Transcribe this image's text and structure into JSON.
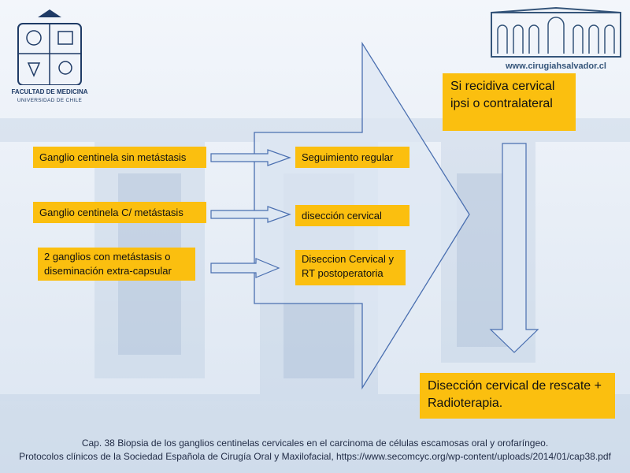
{
  "logo_left": {
    "line1": "FACULTAD DE MEDICINA",
    "line2": "UNIVERSIDAD DE CHILE"
  },
  "logo_right": {
    "url": "www.cirugiahsalvador.cl"
  },
  "left_boxes": [
    "Ganglio centinela sin metástasis",
    "Ganglio centinela C/ metástasis",
    "2 ganglios con metástasis o diseminación extra-capsular"
  ],
  "middle_boxes": [
    "Seguimiento regular",
    "disección cervical",
    "Diseccion Cervical y RT postoperatoria"
  ],
  "top_right_box": "Si recidiva cervical ipsi o contralateral",
  "bottom_right_box": "Disección cervical de rescate + Radioterapia.",
  "caption": {
    "line1": "Cap. 38 Biopsia de los ganglios centinelas cervicales en el carcinoma de células escamosas oral y orofaríngeo.",
    "line2": "Protocolos clínicos de la Sociedad Española de Cirugía Oral y Maxilofacial, https://www.secomcyc.org/wp-content/uploads/2014/01/cap38.pdf"
  },
  "colors": {
    "box": "#fbbf0f",
    "arrow_fill": "#dde7f3",
    "arrow_stroke": "#4a6fb0"
  }
}
